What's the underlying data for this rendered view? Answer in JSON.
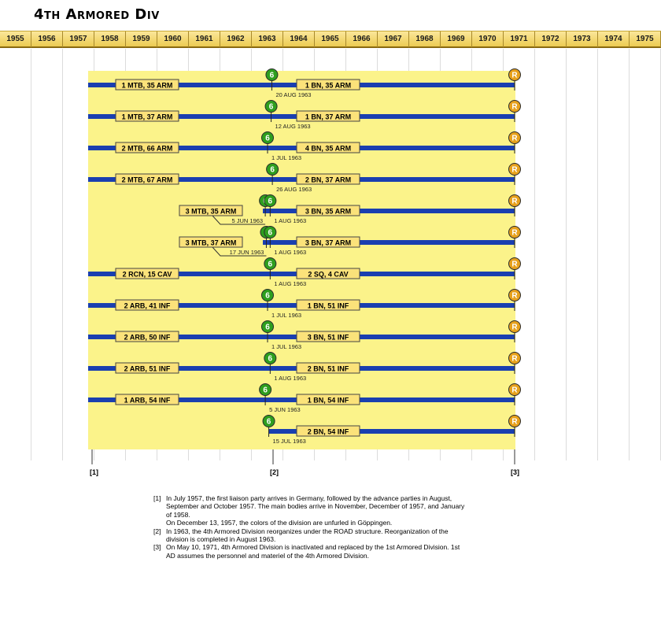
{
  "title": "4th Armored Div",
  "years": [
    "1955",
    "1956",
    "1957",
    "1958",
    "1959",
    "1960",
    "1961",
    "1962",
    "1963",
    "1964",
    "1965",
    "1966",
    "1967",
    "1968",
    "1969",
    "1970",
    "1971",
    "1972",
    "1973",
    "1974",
    "1975"
  ],
  "colors": {
    "bar": "#1a3fb0",
    "band": "#fbf38a",
    "box": "#fbe27a",
    "reorg_marker": "#2e9e1e",
    "inactivation_marker": "#e7a11c",
    "year_bar": "#f3d86a"
  },
  "markers": {
    "reorg": "6",
    "inactivation": "R"
  },
  "units": [
    {
      "old": "1 MTB, 35 ARM",
      "new": "1 BN, 35 ARM",
      "date": "20 AUG 1963"
    },
    {
      "old": "1 MTB, 37 ARM",
      "new": "1 BN, 37 ARM",
      "date": "12 AUG 1963"
    },
    {
      "old": "2 MTB, 66 ARM",
      "new": "4 BN, 35 ARM",
      "date": "1 JUL 1963"
    },
    {
      "old": "2 MTB, 67 ARM",
      "new": "2 BN, 37 ARM",
      "date": "26 AUG 1963"
    },
    {
      "old": "3 MTB, 35 ARM",
      "old_date": "5 JUN 1963",
      "new": "3 BN, 35 ARM",
      "date": "1 AUG 1963"
    },
    {
      "old": "3 MTB, 37 ARM",
      "old_date": "17 JUN 1963",
      "new": "3 BN, 37 ARM",
      "date": "1 AUG 1963"
    },
    {
      "old": "2 RCN, 15 CAV",
      "new": "2 SQ, 4 CAV",
      "date": "1 AUG 1963"
    },
    {
      "old": "2 ARB, 41 INF",
      "new": "1 BN, 51 INF",
      "date": "1 JUL 1963"
    },
    {
      "old": "2 ARB, 50 INF",
      "new": "3 BN, 51 INF",
      "date": "1 JUL 1963"
    },
    {
      "old": "2 ARB, 51 INF",
      "new": "2 BN, 51 INF",
      "date": "1 AUG 1963"
    },
    {
      "old": "1 ARB, 54 INF",
      "new": "1 BN, 54 INF",
      "date": "5 JUN 1963"
    },
    {
      "old": "",
      "new": "2 BN, 54 INF",
      "date": "15 JUL 1963"
    }
  ],
  "timeline_labels": [
    "[1]",
    "[2]",
    "[3]"
  ],
  "footnotes": [
    {
      "mark": "[1]",
      "lines": [
        "In July 1957, the first liaison party arrives in Germany, followed by the advance parties in August, September and October 1957. The main bodies arrive in November, December of 1957, and January of 1958.",
        "On December 13, 1957, the colors of the division are unfurled in Göppingen."
      ]
    },
    {
      "mark": "[2]",
      "lines": [
        "In 1963, the 4th Armored Division reorganizes under the ROAD structure. Reorganization of the division is completed in August 1963."
      ]
    },
    {
      "mark": "[3]",
      "lines": [
        "On May 10, 1971, 4th Armored Division is inactivated and replaced by the 1st Armored Division. 1st AD assumes the personnel and materiel of the 4th Armored Division."
      ]
    }
  ]
}
